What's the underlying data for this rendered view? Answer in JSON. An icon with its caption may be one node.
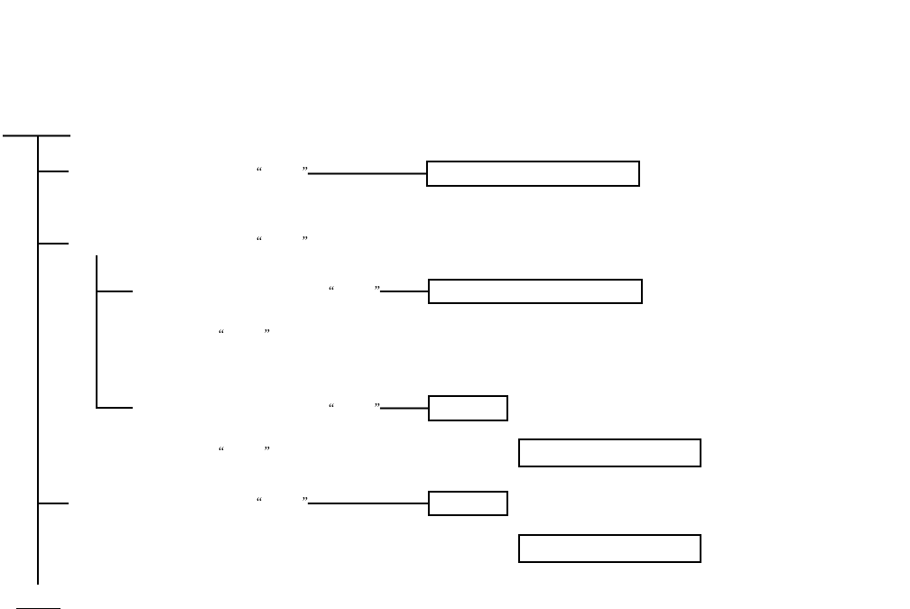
{
  "diagram": {
    "nodes": [
      {
        "text": [
          "“ ”"
        ]
      },
      {
        "text": [],
        "shape": "box"
      },
      {
        "text": [
          "“ ”"
        ]
      },
      {
        "text": [],
        "shape": "box"
      },
      {
        "text": [
          "“ ”"
        ]
      },
      {
        "text": [],
        "shape": "box"
      },
      {
        "text": [],
        "shape": "box"
      },
      {
        "text": [
          "“ ”"
        ]
      },
      {
        "text": [],
        "shape": "box"
      },
      {
        "text": [],
        "shape": "box"
      }
    ],
    "edges": [
      {
        "from": 0,
        "to": 1,
        "arrow": "none"
      },
      {
        "from": 2,
        "to": 3,
        "arrow": "none"
      },
      {
        "from": 4,
        "to": 5,
        "arrow": "none"
      },
      {
        "from": 7,
        "to": 8,
        "arrow": "none"
      }
    ],
    "labels": [
      "“ ”",
      "“ ”",
      "“ ”"
    ]
  }
}
